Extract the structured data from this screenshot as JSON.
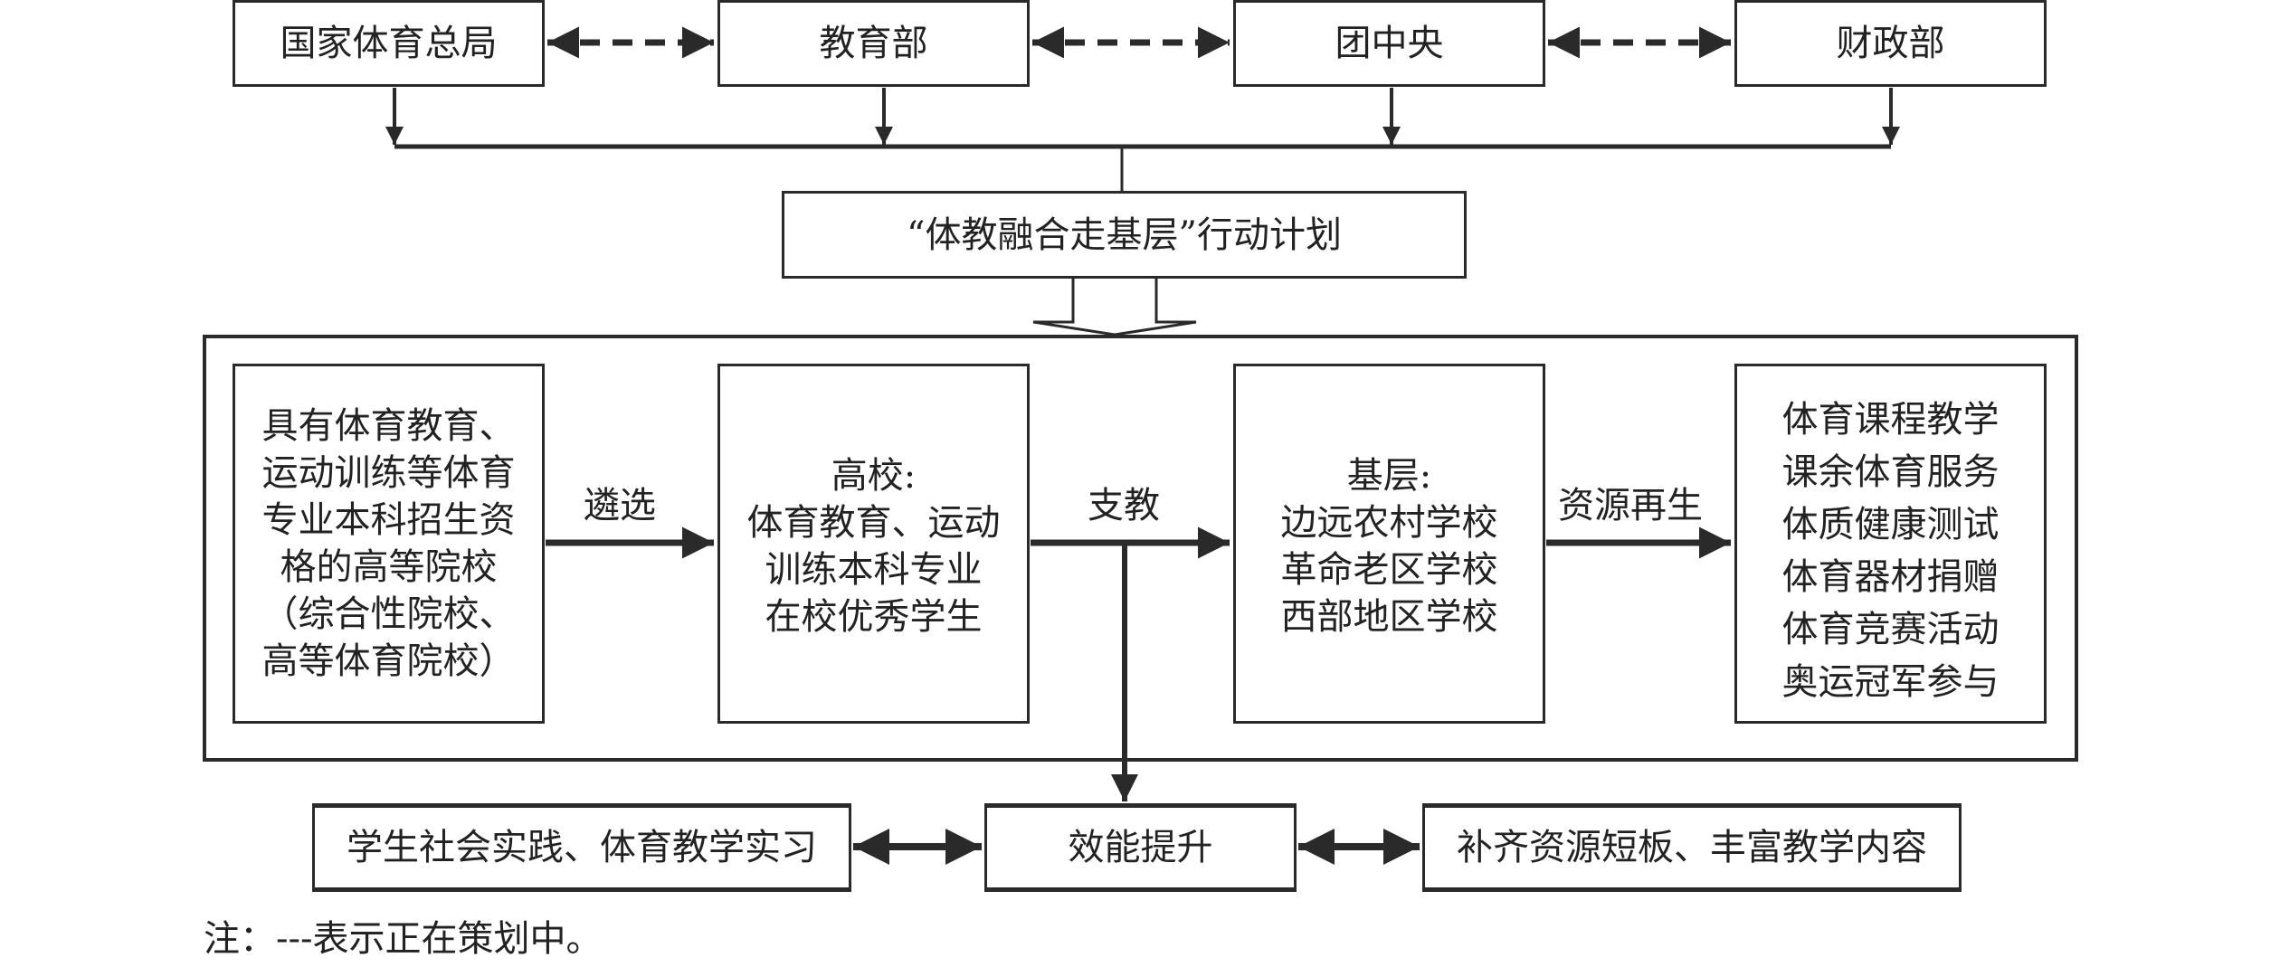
{
  "agencies": [
    {
      "label": "国家体育总局"
    },
    {
      "label": "教育部"
    },
    {
      "label": "团中央"
    },
    {
      "label": "财政部"
    }
  ],
  "action_plan": "“体教融合走基层”行动计划",
  "flow": {
    "boxes": [
      {
        "lines": "具有体育教育、\n运动训练等体育\n专业本科招生资\n格的高等院校\n（综合性院校、\n高等体育院校）"
      },
      {
        "lines": "高校:\n体育教育、运动\n训练本科专业\n在校优秀学生"
      },
      {
        "lines": "基层:\n边远农村学校\n革命老区学校\n西部地区学校"
      },
      {
        "lines": "体育课程教学\n课余体育服务\n体质健康测试\n体育器材捐赠\n体育竞赛活动\n奥运冠军参与"
      }
    ],
    "edge_labels": [
      "遴选",
      "支教",
      "资源再生"
    ]
  },
  "outcomes": {
    "left": "学生社会实践、体育教学实习",
    "center": "效能提升",
    "right": "补齐资源短板、丰富教学内容"
  },
  "note": "注：---表示正在策划中。"
}
